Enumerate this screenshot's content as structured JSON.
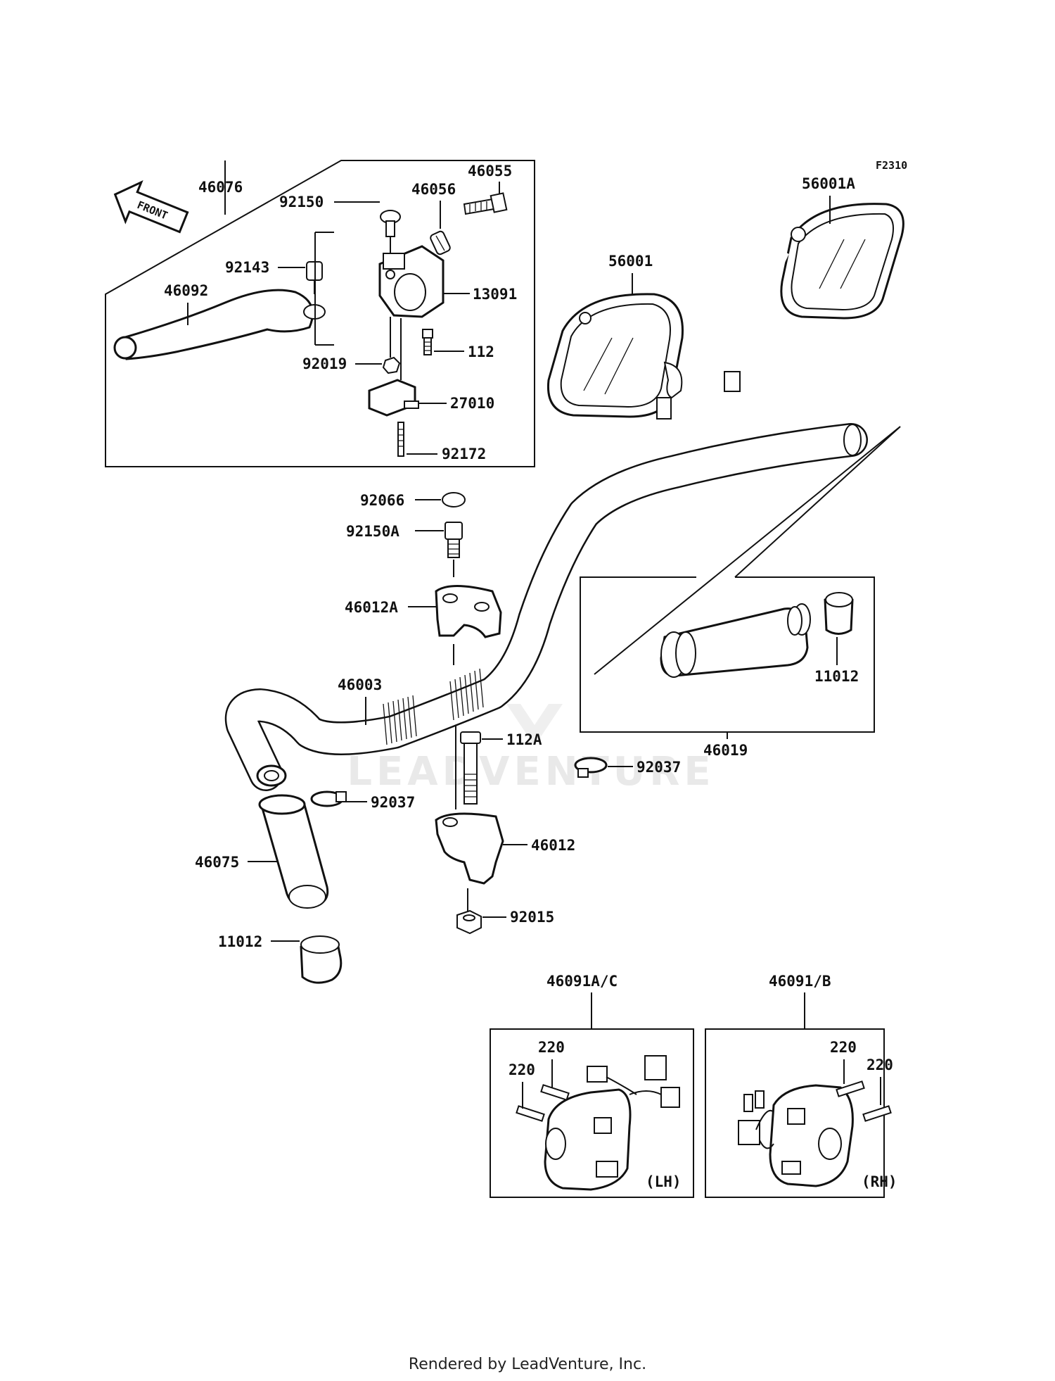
{
  "figure_code": "F2310",
  "front_label": "FRONT",
  "watermark": "LEADVENTURE",
  "footer": "Rendered by LeadVenture, Inc.",
  "callouts": {
    "c46076": "46076",
    "c92150": "92150",
    "c46056": "46056",
    "c46055": "46055",
    "c92143": "92143",
    "c46092": "46092",
    "c13091": "13091",
    "c112": "112",
    "c92019": "92019",
    "c27010": "27010",
    "c92172": "92172",
    "c56001": "56001",
    "c56001A": "56001A",
    "c92066": "92066",
    "c92150A": "92150A",
    "c46012A": "46012A",
    "c46003": "46003",
    "c11012r": "11012",
    "c46019": "46019",
    "c112A": "112A",
    "c92037r": "92037",
    "c92037l": "92037",
    "c46012": "46012",
    "c46075": "46075",
    "c92015": "92015",
    "c11012l": "11012",
    "c46091AC": "46091A/C",
    "c46091B": "46091/B",
    "c220a": "220",
    "c220b": "220",
    "c220c": "220",
    "c220d": "220",
    "lh": "(LH)",
    "rh": "(RH)"
  }
}
